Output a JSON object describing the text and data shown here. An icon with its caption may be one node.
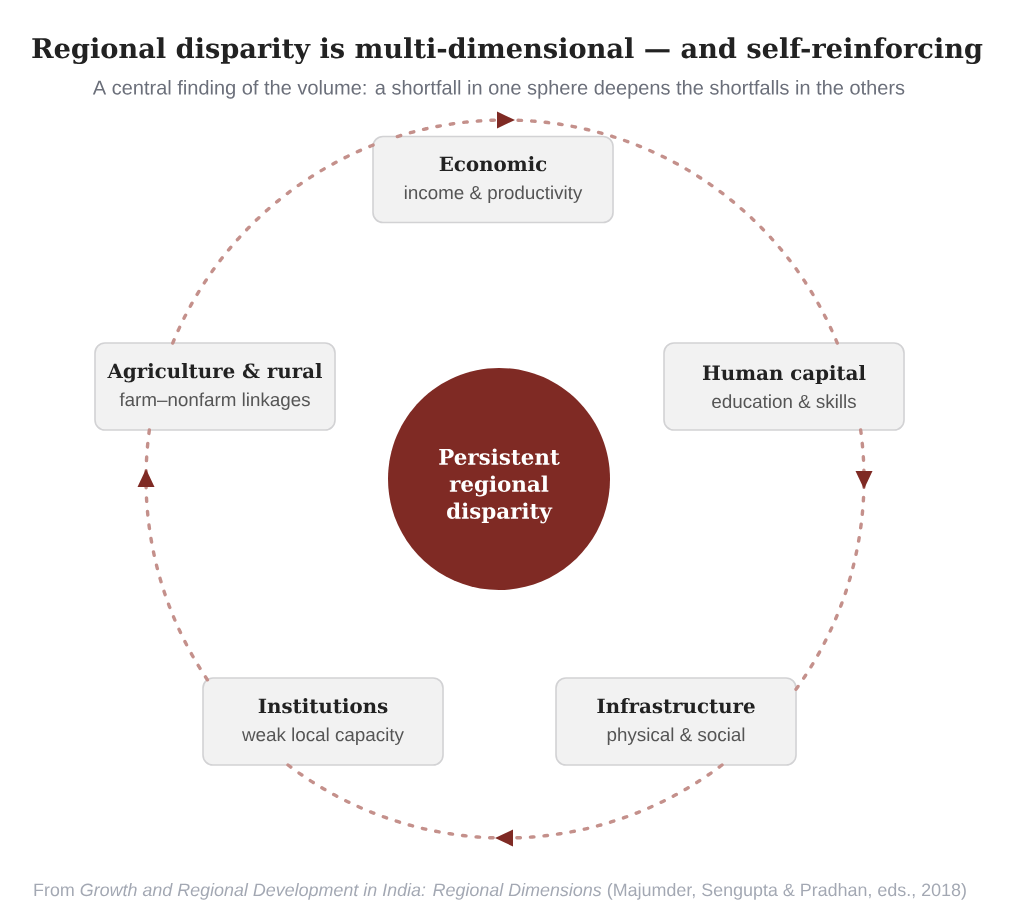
{
  "diagram": {
    "title": "Regional disparity is multi-dimensional — and self-reinforcing",
    "caption": "From *Growth and Regional Development in India: Regional Dimensions* (Majumder, Sengupta & Pradhan, eds., 2018)",
    "nodes": [
      {
        "text": [
          "Economic",
          "income & productivity"
        ]
      },
      {
        "text": [
          "Agriculture & rural",
          "farm–nonfarm linkages"
        ]
      },
      {
        "text": [
          "Human capital",
          "education & skills"
        ]
      },
      {
        "text": [
          "Persistent regional disparity"
        ]
      },
      {
        "text": [
          "Institutions",
          "weak local capacity"
        ]
      },
      {
        "text": [
          "Infrastructure",
          "physical & social"
        ]
      }
    ],
    "edges": [
      {
        "from": 1,
        "to": 0,
        "arrow": "none",
        "style": "dashed"
      },
      {
        "from": 0,
        "to": 2,
        "arrow": "to",
        "style": "dashed"
      },
      {
        "from": 2,
        "to": 5,
        "arrow": "to",
        "style": "dashed"
      },
      {
        "from": 5,
        "to": 4,
        "arrow": "to",
        "style": "dashed"
      },
      {
        "from": 4,
        "to": 1,
        "arrow": "to",
        "style": "dashed"
      }
    ],
    "labels": [
      "A central finding of the volume: a shortfall in one sphere deepens the shortfalls in the others"
    ]
  }
}
